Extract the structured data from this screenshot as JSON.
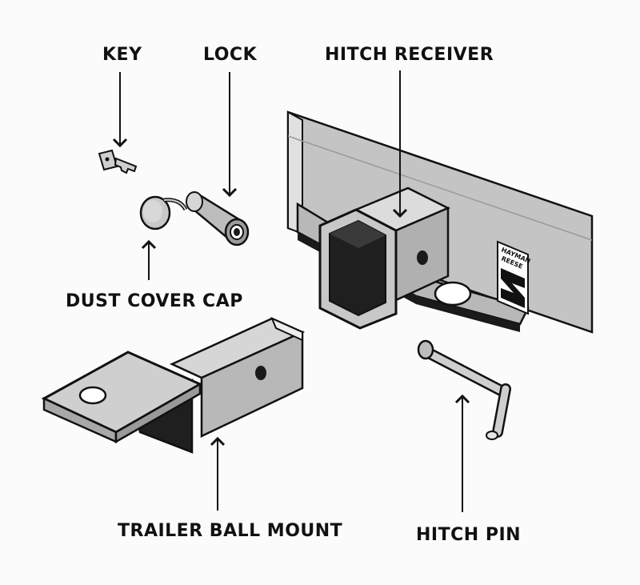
{
  "labels": {
    "key": "KEY",
    "lock": "LOCK",
    "hitch_receiver": "HITCH RECEIVER",
    "dust_cover_cap": "DUST COVER CAP",
    "trailer_ball_mount": "TRAILER BALL MOUNT",
    "hitch_pin": "HITCH PIN"
  },
  "brand": {
    "line1": "HAYMAN",
    "line2": "REESE"
  },
  "colors": {
    "metal": "#bdbdbd",
    "metal_light": "#d6d6d6",
    "metal_dark": "#8f8f8f",
    "outline": "#111111",
    "hole": "#1a1a1a"
  }
}
